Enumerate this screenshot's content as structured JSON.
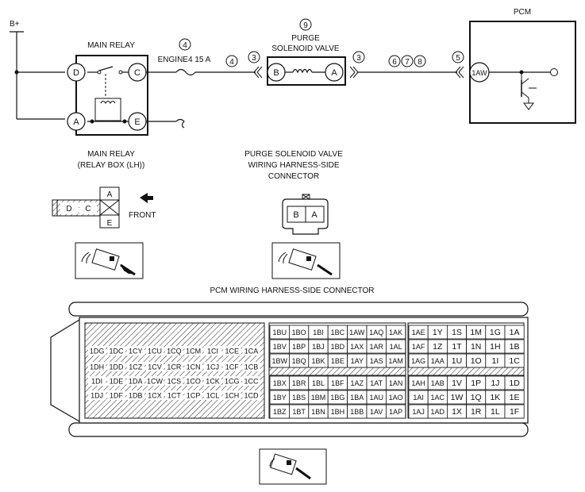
{
  "labels": {
    "bplus": "B+",
    "pcm": "PCM",
    "main_relay": "MAIN RELAY",
    "fuse": "ENGINE4 15 A",
    "purge_line1": "PURGE",
    "purge_line2": "SOLENOID VALVE",
    "main_relay_box_1": "MAIN RELAY",
    "main_relay_box_2": "(RELAY BOX (LH))",
    "purge_conn_1": "PURGE SOLENOID VALVE",
    "purge_conn_2": "WIRING HARNESS-SIDE",
    "purge_conn_3": "CONNECTOR",
    "front": "FRONT",
    "pcm_conn": "PCM WIRING HARNESS-SIDE CONNECTOR"
  },
  "relay_terminals": {
    "D": "D",
    "C": "C",
    "A": "A",
    "E": "E"
  },
  "valve_terminals": {
    "B": "B",
    "A": "A"
  },
  "pcm_terminal": "1AW",
  "circled": {
    "n4a": "4",
    "n4b": "4",
    "n3a": "3",
    "n9": "9",
    "n3b": "3",
    "n6": "6",
    "n7": "7",
    "n8": "8",
    "n5": "5"
  },
  "relay_connector": {
    "d": "D",
    "c": "C",
    "a": "A",
    "e": "E"
  },
  "valve_connector": {
    "b": "B",
    "a": "A"
  },
  "pcm_blocks": {
    "left": [
      [
        "1DG",
        "1DC",
        "1CY",
        "1CU",
        "1CQ",
        "1CM",
        "1CI",
        "1CE",
        "1CA"
      ],
      [
        "1DH",
        "1DD",
        "1CZ",
        "1CV",
        "1CR",
        "1CN",
        "1CJ",
        "1CF",
        "1CB"
      ],
      [
        "1DI",
        "1DE",
        "1DA",
        "1CW",
        "1CS",
        "1CO",
        "1CK",
        "1CG",
        "1CC"
      ],
      [
        "1DJ",
        "1DF",
        "1DB",
        "1CX",
        "1CT",
        "1CP",
        "1CL",
        "1CH",
        "1CD"
      ]
    ],
    "middle": [
      [
        "1BU",
        "1BO",
        "1BI",
        "1BC",
        "1AW",
        "1AQ",
        "1AK"
      ],
      [
        "1BV",
        "1BP",
        "1BJ",
        "1BD",
        "1AX",
        "1AR",
        "1AL"
      ],
      [
        "1BW",
        "1BQ",
        "1BK",
        "1BE",
        "1AY",
        "1AS",
        "1AM"
      ],
      [
        "1BX",
        "1BR",
        "1BL",
        "1BF",
        "1AZ",
        "1AT",
        "1AN"
      ],
      [
        "1BY",
        "1BS",
        "1BM",
        "1BG",
        "1BA",
        "1AU",
        "1AO"
      ],
      [
        "1BZ",
        "1BT",
        "1BN",
        "1BH",
        "1BB",
        "1AV",
        "1AP"
      ]
    ],
    "right": [
      [
        "1AE",
        "1Y",
        "1S",
        "1M",
        "1G",
        "1A"
      ],
      [
        "1AF",
        "1Z",
        "1T",
        "1N",
        "1H",
        "1B"
      ],
      [
        "1AG",
        "1AA",
        "1U",
        "1O",
        "1I",
        "1C"
      ],
      [
        "1AH",
        "1AB",
        "1V",
        "1P",
        "1J",
        "1D"
      ],
      [
        "1AI",
        "1AC",
        "1W",
        "1Q",
        "1K",
        "1E"
      ],
      [
        "1AJ",
        "1AD",
        "1X",
        "1R",
        "1L",
        "1F"
      ]
    ]
  }
}
